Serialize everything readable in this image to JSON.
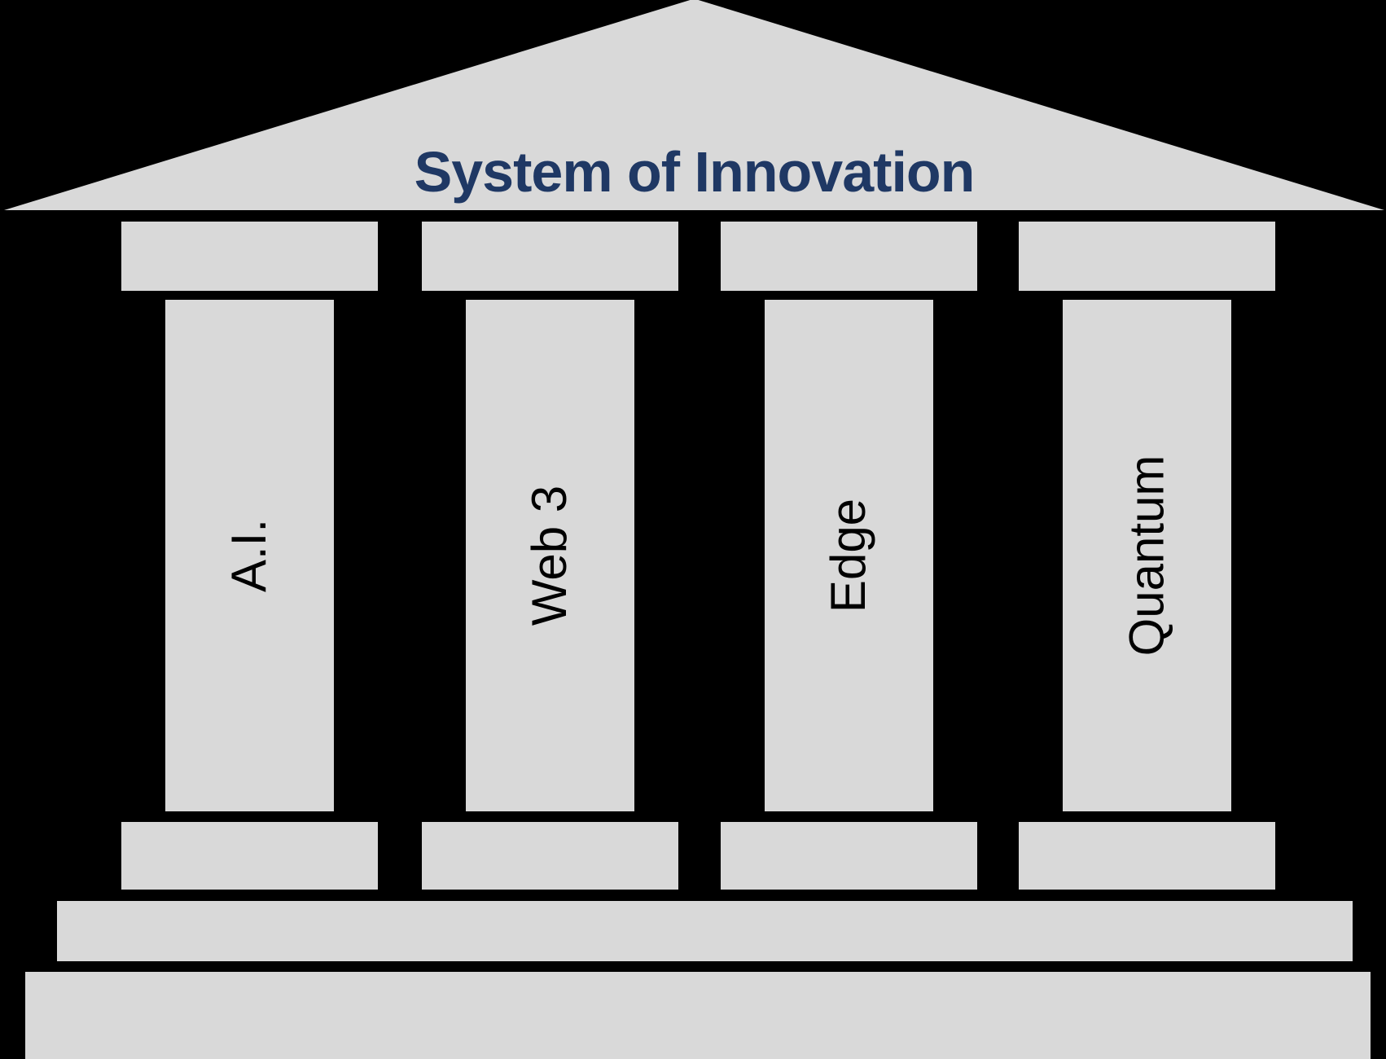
{
  "diagram": {
    "title": "System of Innovation",
    "pillars": [
      {
        "label": "A.I."
      },
      {
        "label": "Web 3"
      },
      {
        "label": "Edge"
      },
      {
        "label": "Quantum"
      }
    ]
  },
  "colors": {
    "background": "#000000",
    "stone": "#D9D9D9",
    "title_text": "#1F3864",
    "pillar_text": "#000000"
  }
}
